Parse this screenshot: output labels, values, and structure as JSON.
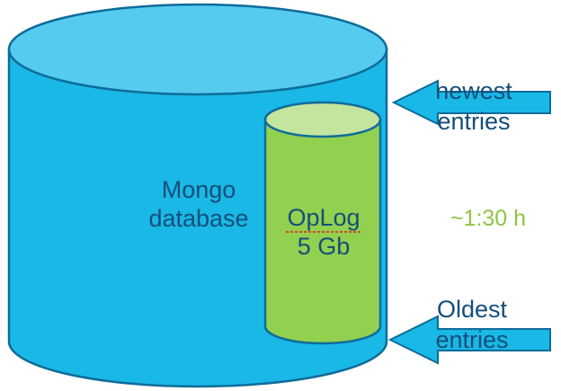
{
  "diagram": {
    "database": {
      "line1": "Mongo",
      "line2": "database",
      "fill": "#1AB8E6",
      "top_fill": "#54CBEF",
      "stroke": "#0E6C9A",
      "text_color": "#154E7A"
    },
    "oplog": {
      "line1": "OpLog",
      "line2": "5 Gb",
      "fill": "#92D050",
      "top_fill": "#C4E59E",
      "stroke": "#0E6C9A",
      "text_color": "#154E7A",
      "underline_color": "#E0201A"
    },
    "duration": {
      "text": "~1:30 h",
      "color": "#8DC63F"
    },
    "arrow_newest": {
      "line1": "newest",
      "line2": "entries"
    },
    "arrow_oldest": {
      "line1": "Oldest",
      "line2": "entries"
    },
    "arrow_style": {
      "fill": "#1AB8E6",
      "stroke": "#0E6C9A",
      "text_color": "#154E7A"
    }
  }
}
